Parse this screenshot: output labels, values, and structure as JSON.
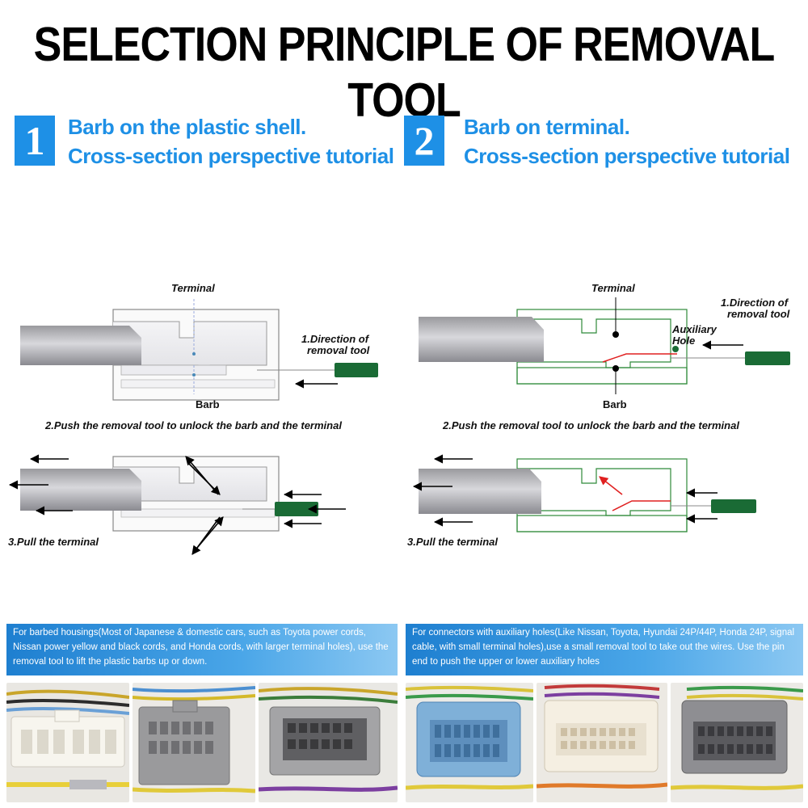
{
  "title": "SELECTION PRINCIPLE OF REMOVAL TOOL",
  "steps": [
    {
      "number": "1",
      "line1": "Barb on the plastic shell.",
      "line2": "Cross-section perspective tutorial"
    },
    {
      "number": "2",
      "line1": "Barb on terminal.",
      "line2": "Cross-section perspective tutorial"
    }
  ],
  "left_diagram": {
    "terminal": "Terminal",
    "direction_line1": "1.Direction of",
    "direction_line2": "removal tool",
    "barb": "Barb",
    "push": "2.Push the removal tool to unlock the barb and the terminal",
    "pull": "3.Pull the terminal"
  },
  "right_diagram": {
    "terminal": "Terminal",
    "direction_line1": "1.Direction of",
    "direction_line2": "removal tool",
    "aux_line1": "Auxiliary",
    "aux_line2": "Hole",
    "barb": "Barb",
    "push": "2.Push the removal tool to unlock the barb and the terminal",
    "pull": "3.Pull the terminal"
  },
  "banners": {
    "left": "For barbed housings(Most of Japanese & domestic cars, such as Toyota power cords, Nissan power yellow and black cords, and Honda cords, with larger terminal holes), use the removal tool to lift the plastic barbs up or down.",
    "right": "For connectors with auxiliary holes(Like Nissan, Toyota, Hyundai 24P/44P, Honda 24P, signal cable, with small terminal holes),use a small removal tool to take out the wires. Use the pin end to push the upper or lower auxiliary holes"
  },
  "colors": {
    "accent_blue": "#1e90e6",
    "tool_green": "#1a6b35",
    "outline_green": "#2f8a3a",
    "barb_red": "#e02020"
  }
}
